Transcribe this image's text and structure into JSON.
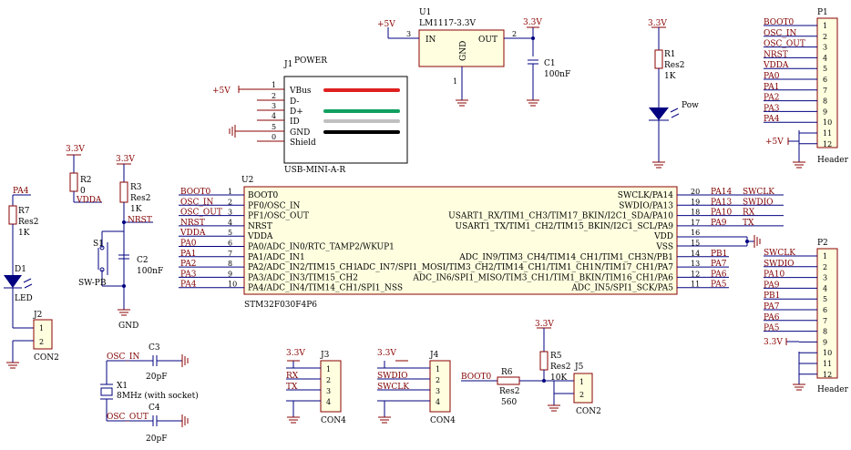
{
  "u1": {
    "ref": "U1",
    "part": "LM1117-3.3V",
    "pin_in": "IN",
    "pin_out": "OUT",
    "pin_gnd": "GND",
    "n3": "3",
    "n2": "2",
    "n1": "1"
  },
  "pwr": {
    "p5v": "+5V",
    "p33": "3.3V"
  },
  "c1": {
    "ref": "C1",
    "val": "100nF"
  },
  "r1": {
    "ref": "R1",
    "type": "Res2",
    "val": "1K"
  },
  "led_pow": {
    "label": "Pow"
  },
  "j1": {
    "ref": "J1",
    "title": "POWER",
    "part": "USB-MINI-A-R",
    "pins": [
      "1",
      "2",
      "3",
      "4",
      "5",
      "0"
    ],
    "names": [
      "VBus",
      "D-",
      "D+",
      "ID",
      "GND",
      "Shield"
    ],
    "wire_colors": [
      "#e02020",
      "#ffffff",
      "#10a060",
      "#c0c0c0",
      "#000000"
    ]
  },
  "r2": {
    "ref": "R2",
    "val": "0",
    "net": "VDDA",
    "supply": "3.3V"
  },
  "r3": {
    "ref": "R3",
    "type": "Res2",
    "val": "1K",
    "net": "NRST",
    "supply": "3.3V"
  },
  "s1": {
    "ref": "S1",
    "part": "SW-PB"
  },
  "c2": {
    "ref": "C2",
    "val": "100nF"
  },
  "gnd_label": "GND",
  "r7": {
    "ref": "R7",
    "type": "Res2",
    "val": "1K",
    "net": "PA4"
  },
  "d1": {
    "ref": "D1",
    "part": "LED"
  },
  "j2": {
    "ref": "J2",
    "part": "CON2",
    "pins": [
      "1",
      "2"
    ]
  },
  "u2": {
    "ref": "U2",
    "part": "STM32F030F4P6",
    "left": [
      {
        "net": "BOOT0",
        "pin": "1",
        "name": "BOOT0"
      },
      {
        "net": "OSC_IN",
        "pin": "2",
        "name": "PF0/OSC_IN"
      },
      {
        "net": "OSC_OUT",
        "pin": "3",
        "name": "PF1/OSC_OUT"
      },
      {
        "net": "NRST",
        "pin": "4",
        "name": "NRST"
      },
      {
        "net": "VDDA",
        "pin": "5",
        "name": "VDDA"
      },
      {
        "net": "PA0",
        "pin": "6",
        "name": "PA0/ADC_IN0/RTC_TAMP2/WKUP1"
      },
      {
        "net": "PA1",
        "pin": "7",
        "name": "PA1/ADC_IN1"
      },
      {
        "net": "PA2",
        "pin": "8",
        "name": "PA2/ADC_IN2/TIM15_CH1"
      },
      {
        "net": "PA3",
        "pin": "9",
        "name": "PA3/ADC_IN3/TIM15_CH2"
      },
      {
        "net": "PA4",
        "pin": "10",
        "name": "PA4/ADC_IN4/TIM14_CH1/SPI1_NSS"
      }
    ],
    "right": [
      {
        "pin": "20",
        "net": "PA14",
        "func": "SWCLK",
        "name": "SWCLK/PA14"
      },
      {
        "pin": "19",
        "net": "PA13",
        "func": "SWDIO",
        "name": "SWDIO/PA13"
      },
      {
        "pin": "18",
        "net": "PA10",
        "func": "RX",
        "name": "USART1_RX/TIM1_CH3/TIM17_BKIN/I2C1_SDA/PA10"
      },
      {
        "pin": "17",
        "net": "PA9",
        "func": "TX",
        "name": "USART1_TX/TIM1_CH2/TIM15_BKIN/I2C1_SCL/PA9"
      },
      {
        "pin": "16",
        "net": "",
        "func": "",
        "name": "VDD"
      },
      {
        "pin": "15",
        "net": "",
        "func": "",
        "name": "VSS"
      },
      {
        "pin": "14",
        "net": "PB1",
        "func": "",
        "name": "ADC_IN9/TIM3_CH4/TIM14_CH1/TIM1_CH3N/PB1"
      },
      {
        "pin": "13",
        "net": "PA7",
        "func": "",
        "name": "ADC_IN7/SPI1_MOSI/TIM3_CH2/TIM14_CH1/TIM1_CH1N/TIM17_CH1/PA7"
      },
      {
        "pin": "12",
        "net": "PA6",
        "func": "",
        "name": "ADC_IN6/SPI1_MISO/TIM3_CH1/TIM1_BKIN/TIM16_CH1/PA6"
      },
      {
        "pin": "11",
        "net": "PA5",
        "func": "",
        "name": "ADC_IN5/SPI1_SCK/PA5"
      }
    ]
  },
  "p1": {
    "ref": "P1",
    "part": "Header 12",
    "nets": [
      "BOOT0",
      "OSC_IN",
      "OSC_OUT",
      "NRST",
      "VDDA",
      "PA0",
      "PA1",
      "PA2",
      "PA3",
      "PA4",
      "",
      ""
    ],
    "pins": [
      "1",
      "2",
      "3",
      "4",
      "5",
      "6",
      "7",
      "8",
      "9",
      "10",
      "11",
      "12"
    ],
    "supply": "+5V"
  },
  "p2": {
    "ref": "P2",
    "part": "Header 12",
    "nets": [
      "SWCLK",
      "SWDIO",
      "PA10",
      "PA9",
      "PB1",
      "PA7",
      "PA6",
      "PA5",
      "",
      "",
      "",
      ""
    ],
    "pins": [
      "1",
      "2",
      "3",
      "4",
      "5",
      "6",
      "7",
      "8",
      "9",
      "10",
      "11",
      "12"
    ],
    "supply": "3.3V"
  },
  "c3": {
    "ref": "C3",
    "val": "20pF",
    "net": "OSC_IN"
  },
  "c4": {
    "ref": "C4",
    "val": "20pF",
    "net": "OSC_OUT"
  },
  "x1": {
    "ref": "X1",
    "val": "8MHz (with socket)"
  },
  "j3": {
    "ref": "J3",
    "part": "CON4",
    "nets": [
      "3.3V",
      "RX",
      "TX",
      ""
    ],
    "pins": [
      "1",
      "2",
      "3",
      "4"
    ]
  },
  "j4": {
    "ref": "J4",
    "part": "CON4",
    "nets": [
      "3.3V",
      "SWDIO",
      "SWCLK",
      ""
    ],
    "pins": [
      "1",
      "2",
      "3",
      "4"
    ]
  },
  "r6": {
    "ref": "R6",
    "type": "Res2",
    "val": "560",
    "net": "BOOT0"
  },
  "r5": {
    "ref": "R5",
    "type": "Res2",
    "val": "10K",
    "supply": "3.3V"
  },
  "j5": {
    "ref": "J5",
    "part": "CON2",
    "pins": [
      "1",
      "2"
    ]
  }
}
